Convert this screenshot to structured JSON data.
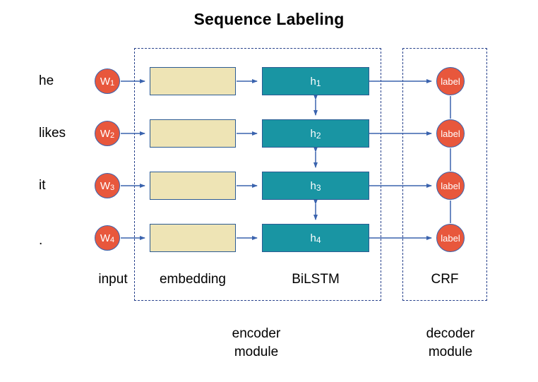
{
  "title": "Sequence Labeling",
  "colors": {
    "token_fill": "#E8573C",
    "token_stroke": "#3A63AE",
    "embedding_fill": "#EEE4B5",
    "embedding_stroke": "#2C5B93",
    "lstm_fill": "#1995A3",
    "lstm_stroke": "#2C5B93",
    "arrow": "#3A63AE",
    "frame_dash": "#26408B",
    "background": "#FFFFFF",
    "text": "#000000"
  },
  "rows": [
    {
      "word": "he",
      "token": "W",
      "token_sub": "1",
      "hidden": "h",
      "hidden_sub": "1",
      "label": "label"
    },
    {
      "word": "likes",
      "token": "W",
      "token_sub": "2",
      "hidden": "h",
      "hidden_sub": "2",
      "label": "label"
    },
    {
      "word": "it",
      "token": "W",
      "token_sub": "3",
      "hidden": "h",
      "hidden_sub": "3",
      "label": "label"
    },
    {
      "word": ".",
      "token": "W",
      "token_sub": "4",
      "hidden": "h",
      "hidden_sub": "4",
      "label": "label"
    }
  ],
  "columns": {
    "input": "input",
    "embedding": "embedding",
    "bilstm": "BiLSTM",
    "crf": "CRF"
  },
  "modules": {
    "encoder": "encoder\nmodule",
    "encoder_line1": "encoder",
    "encoder_line2": "module",
    "decoder_line1": "decoder",
    "decoder_line2": "module"
  }
}
